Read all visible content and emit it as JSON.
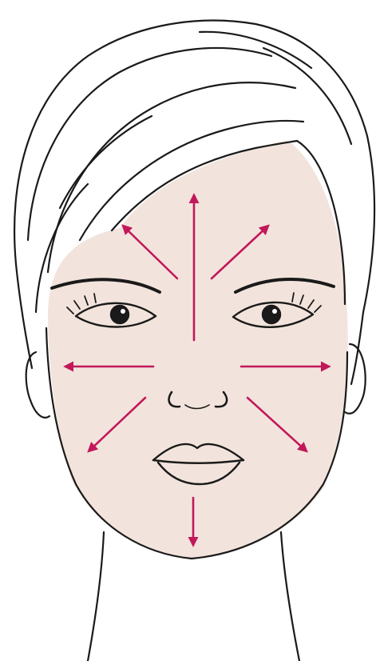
{
  "diagram": {
    "subject": "face",
    "colors": {
      "arrow": "#c2185b",
      "skin": "#f2e4dc",
      "ink": "#1a1a1a",
      "background": "#ffffff"
    },
    "arrow_directions": [
      "forehead-up",
      "forehead-up-left",
      "forehead-up-right",
      "cheek-left",
      "cheek-right",
      "lower-cheek-down-left",
      "lower-cheek-down-right",
      "chin-down"
    ]
  }
}
